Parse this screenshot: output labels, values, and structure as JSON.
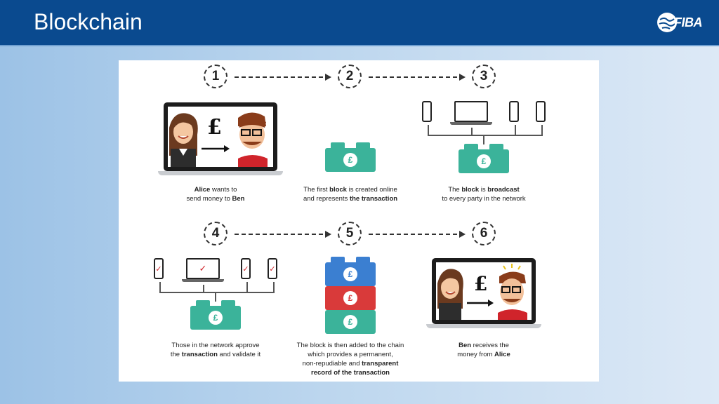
{
  "slide": {
    "title": "Blockchain",
    "logo_text": "FIBA"
  },
  "colors": {
    "header_bg": "#0a4a8f",
    "block_green": "#3bb39a",
    "block_blue": "#3b7fd1",
    "block_red": "#d93a3a"
  },
  "diagram": {
    "steps": [
      {
        "num": "1",
        "caption_html": "<b>Alice</b> wants to<br>send money to <b>Ben</b>"
      },
      {
        "num": "2",
        "caption_html": "The first <b>block</b> is created online<br>and represents <b>the transaction</b>"
      },
      {
        "num": "3",
        "caption_html": "The <b>block</b> is <b>broadcast</b><br>to every party in the network"
      },
      {
        "num": "4",
        "caption_html": "Those in the network approve<br>the <b>transaction</b> and validate it"
      },
      {
        "num": "5",
        "caption_html": "The block is then added to the chain<br>which provides a permanent,<br>non-repudiable and <b>transparent<br>record of the transaction</b>"
      },
      {
        "num": "6",
        "caption_html": "<b>Ben</b> receives the<br>money from <b>Alice</b>"
      }
    ],
    "currency_symbol": "£",
    "check_symbol": "✓"
  }
}
